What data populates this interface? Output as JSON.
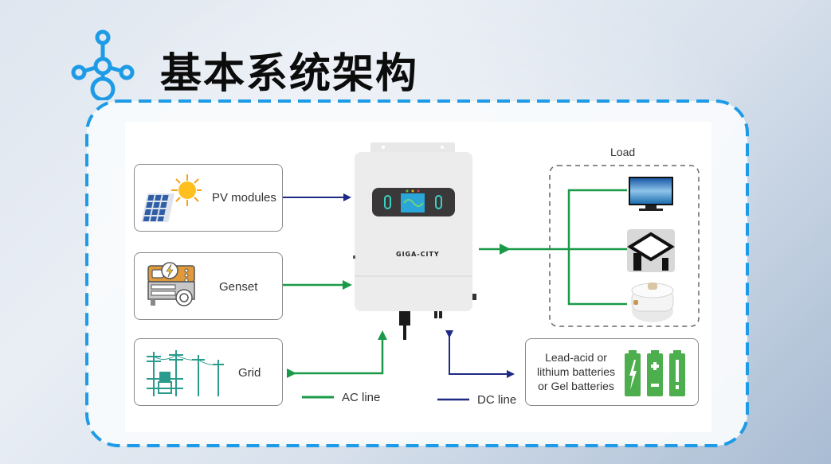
{
  "header": {
    "title": "基本系统架构",
    "icon": "network-nodes-icon",
    "accent_color": "#1e9be6"
  },
  "diagram": {
    "inverter": {
      "brand": "GIGA-CITY",
      "icon": "hybrid-inverter-icon"
    },
    "sources": [
      {
        "label": "PV modules",
        "icon": "solar-panel-icon",
        "line": "DC",
        "direction": "to-inverter"
      },
      {
        "label": "Genset",
        "icon": "generator-icon",
        "line": "AC",
        "direction": "to-inverter"
      },
      {
        "label": "Grid",
        "icon": "power-grid-icon",
        "line": "AC",
        "direction": "bidirectional"
      }
    ],
    "load": {
      "title": "Load",
      "items": [
        {
          "name": "TV",
          "icon": "television-icon"
        },
        {
          "name": "Ceiling light",
          "icon": "ceiling-light-icon"
        },
        {
          "name": "Rice cooker",
          "icon": "rice-cooker-icon"
        }
      ]
    },
    "battery": {
      "lines": [
        "Lead-acid or",
        "lithium batteries",
        "or Gel batteries"
      ],
      "icon": "batteries-icon"
    },
    "legend": {
      "ac_label": "AC line",
      "dc_label": "DC line",
      "ac_color": "#1a9a48",
      "dc_color": "#1f2a84"
    }
  }
}
